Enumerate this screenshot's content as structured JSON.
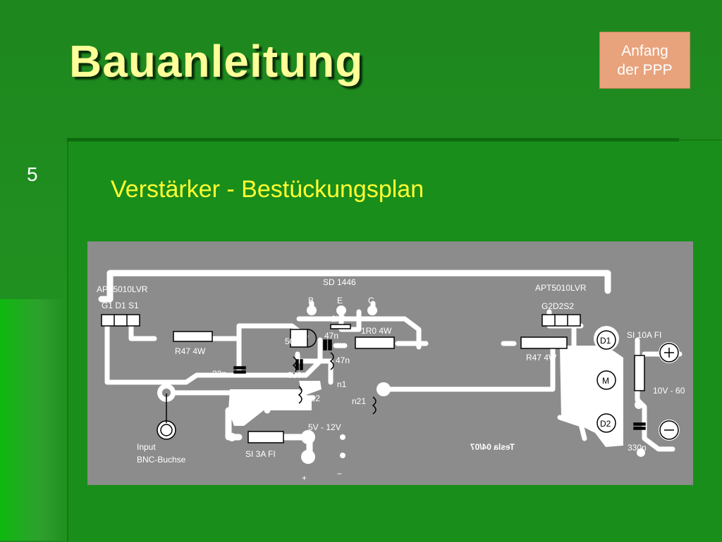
{
  "slide": {
    "title": "Bauanleitung",
    "badge_line1": "Anfang",
    "badge_line2": "der PPP",
    "slide_number": "5",
    "subtitle": "Verstärker - Bestückungsplan"
  },
  "pcb": {
    "board_label": "SD 1446",
    "left_transistor": "APT5010LVR",
    "left_pins": "G1 D1 S1",
    "right_transistor": "APT5010LVR",
    "right_pins": "G2D2S2",
    "pin_b": "B",
    "pin_e": "E",
    "pin_c": "C",
    "cap_2k7": "2k7",
    "cap_47n_top": "47n",
    "res_1r0": "1R0 4W",
    "res_500r": "500R",
    "res_r47_left": "R47 4W",
    "res_r47_right": "R47 4W",
    "cap_22n": "22n",
    "cap_47n_mid": "47n",
    "cap_330n_left": "330n",
    "ind_n1": "n1",
    "ind_n22": "n22",
    "ind_n21": "n21",
    "fuse_left": "SI 3A FI",
    "voltage_input": "5V - 12V",
    "plus_sign": "+",
    "minus_sign": "−",
    "input_label_1": "Input",
    "input_label_2": "BNC-Buchse",
    "fuse_right": "SI 10A FI",
    "voltage_output": "10V - 60",
    "cap_330n_right": "330n",
    "diode_d1": "D1",
    "motor_m": "M",
    "diode_d2": "D2",
    "terminal_plus": "+",
    "terminal_minus": "−",
    "mirror_text": "Tesla 04/07"
  },
  "colors": {
    "background": "#1f8a1f",
    "title": "#ffff99",
    "subtitle": "#ffff33",
    "badge": "#e8a37c",
    "board": "#8c8c8c",
    "trace": "#ffffff"
  }
}
